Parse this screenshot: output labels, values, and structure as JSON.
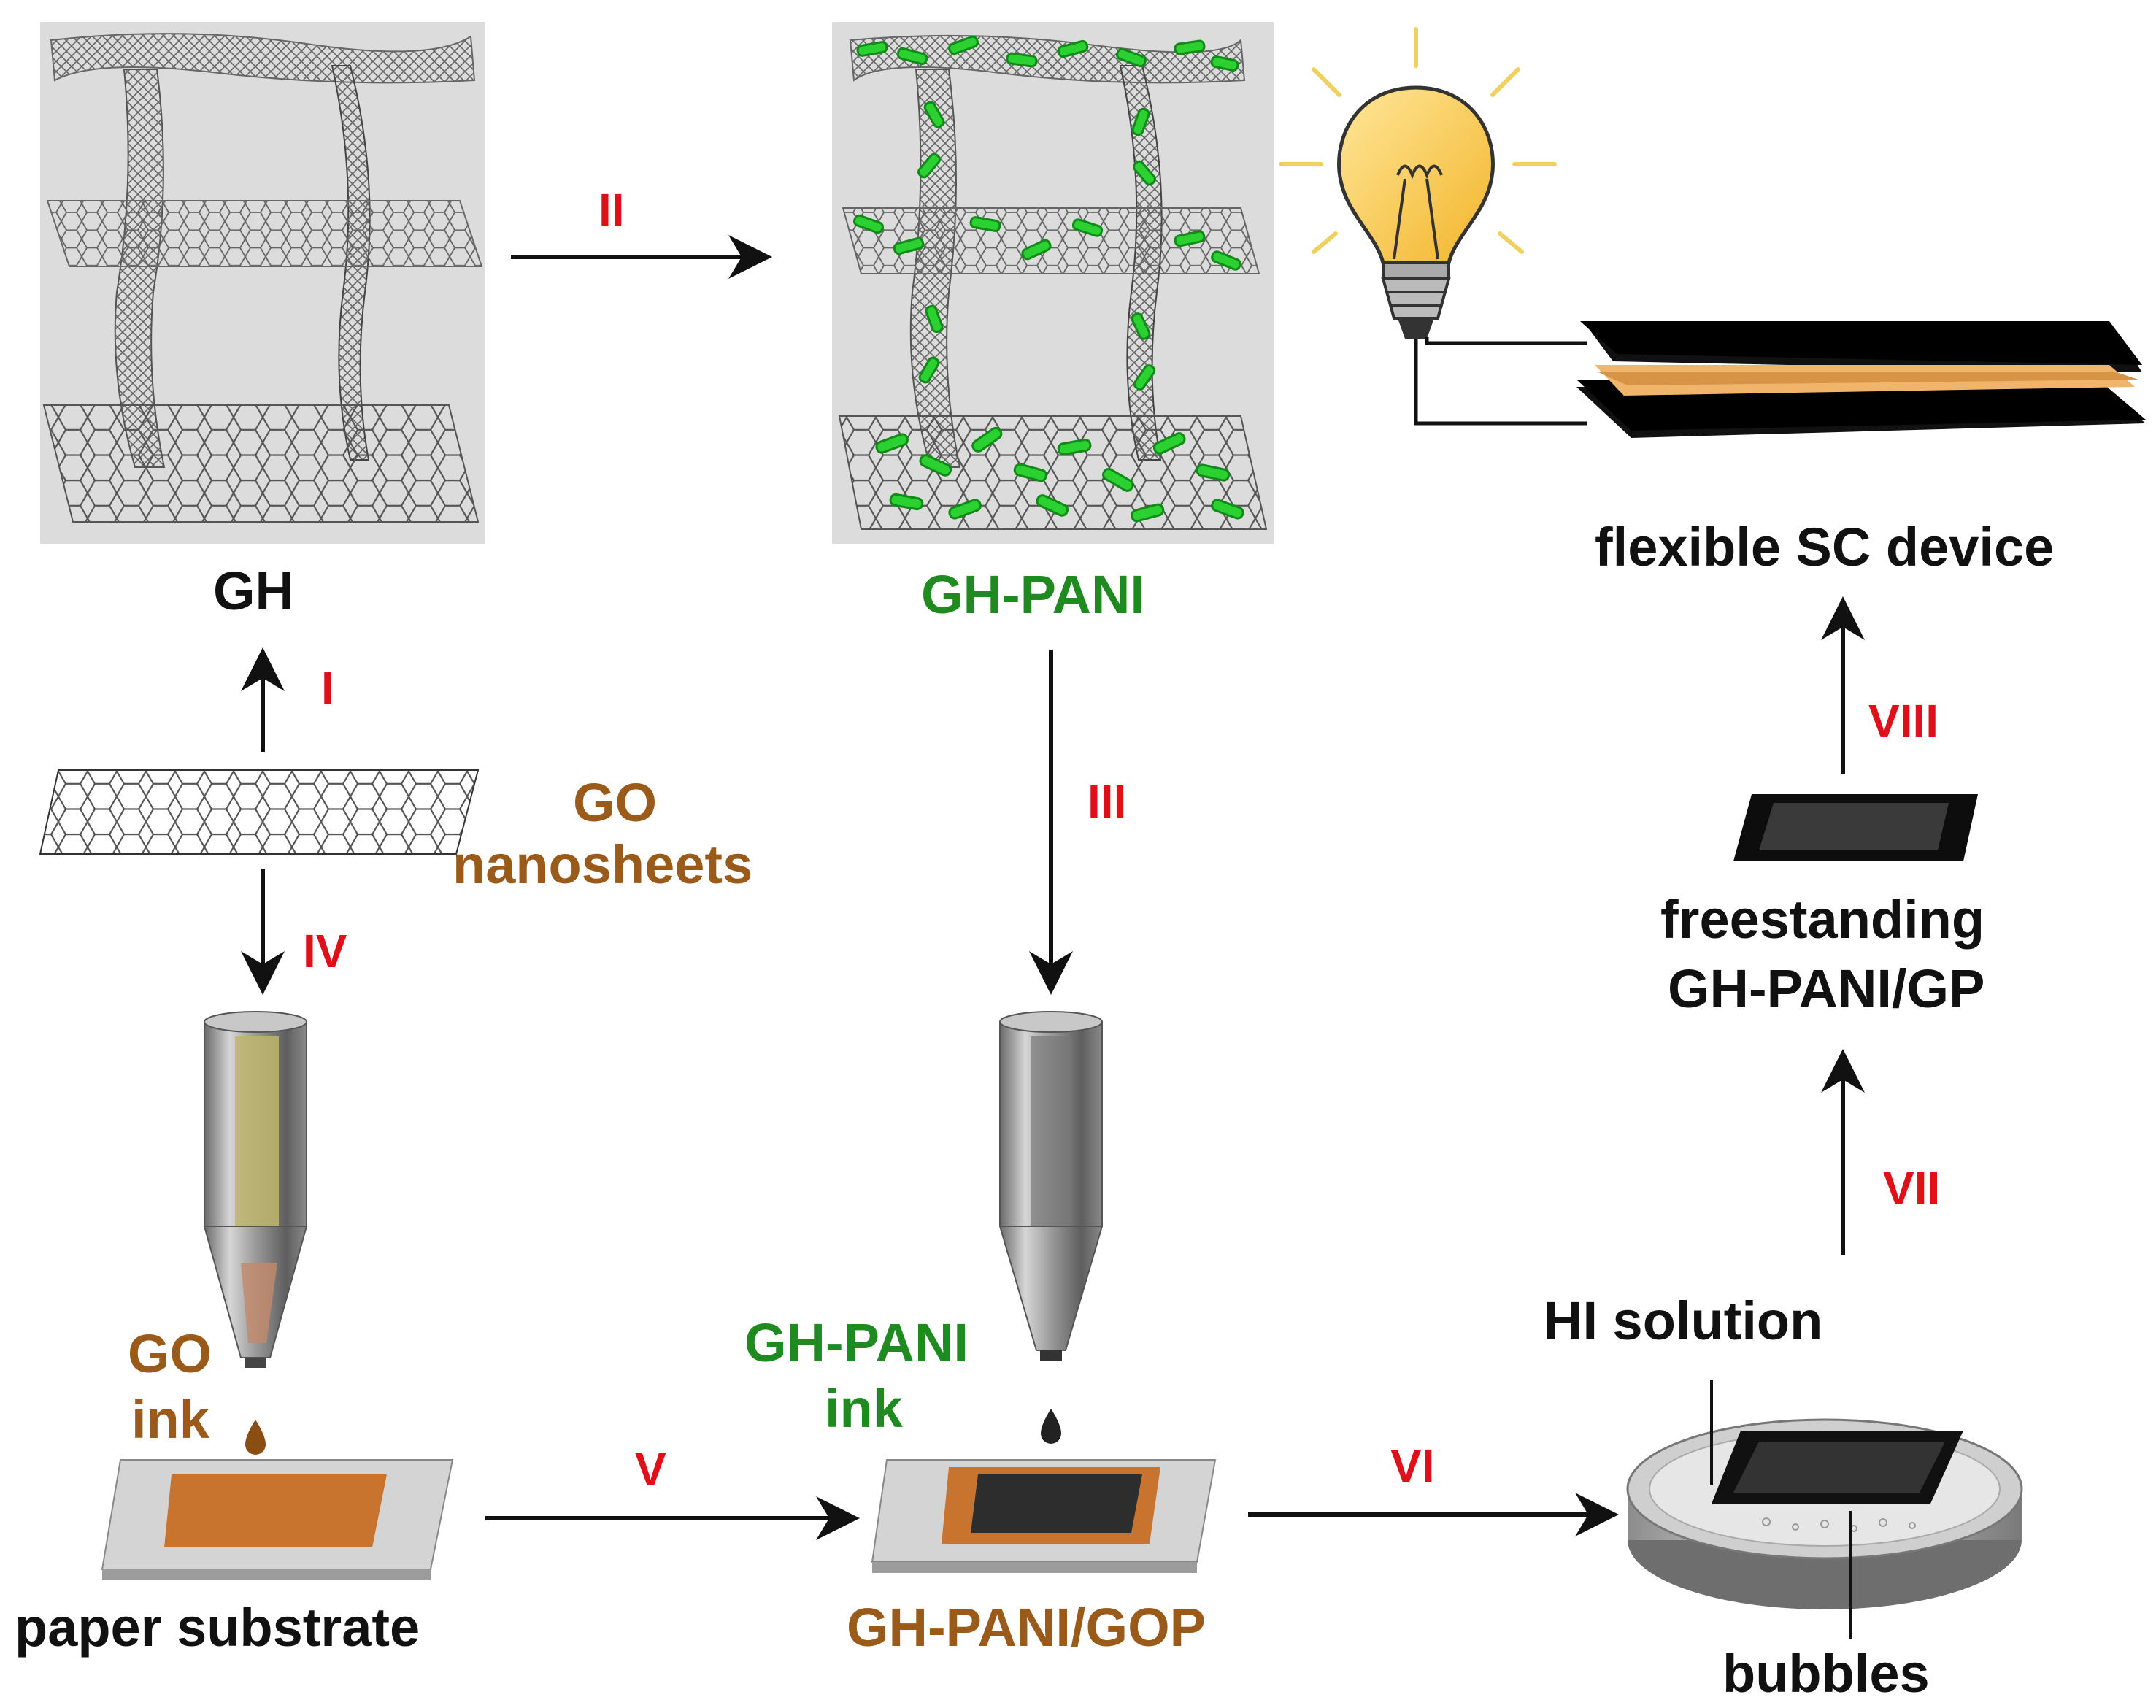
{
  "colors": {
    "black_label": "#111111",
    "green_label": "#1f8a1f",
    "brown_label": "#9a5a1a",
    "step_red": "#e0101a",
    "panel_bg": "#d8d8d8",
    "pani_green": "#22c02a",
    "go_film": "#c8742e",
    "dark_film": "#2a2a2a",
    "bulb_glass": "#f6c83c"
  },
  "labels": {
    "gh": "GH",
    "gh_pani_top": "GH-PANI",
    "go_nanosheets_line1": "GO",
    "go_nanosheets_line2": "nanosheets",
    "go_ink_line1": "GO",
    "go_ink_line2": "ink",
    "gh_pani_ink_line1": "GH-PANI",
    "gh_pani_ink_line2": "ink",
    "paper_substrate": "paper substrate",
    "gh_pani_gop": "GH-PANI/GOP",
    "hi_solution": "HI solution",
    "bubbles": "bubbles",
    "freestanding_line1": "freestanding",
    "freestanding_line2": "GH-PANI/GP",
    "flexible_device": "flexible SC device"
  },
  "steps": {
    "s1": "I",
    "s2": "II",
    "s3": "III",
    "s4": "IV",
    "s5": "V",
    "s6": "VI",
    "s7": "VII",
    "s8": "VIII"
  },
  "icons": {
    "bulb": "light-bulb-icon",
    "nozzle": "print-nozzle-icon",
    "sheet": "graphene-sheet-icon"
  }
}
